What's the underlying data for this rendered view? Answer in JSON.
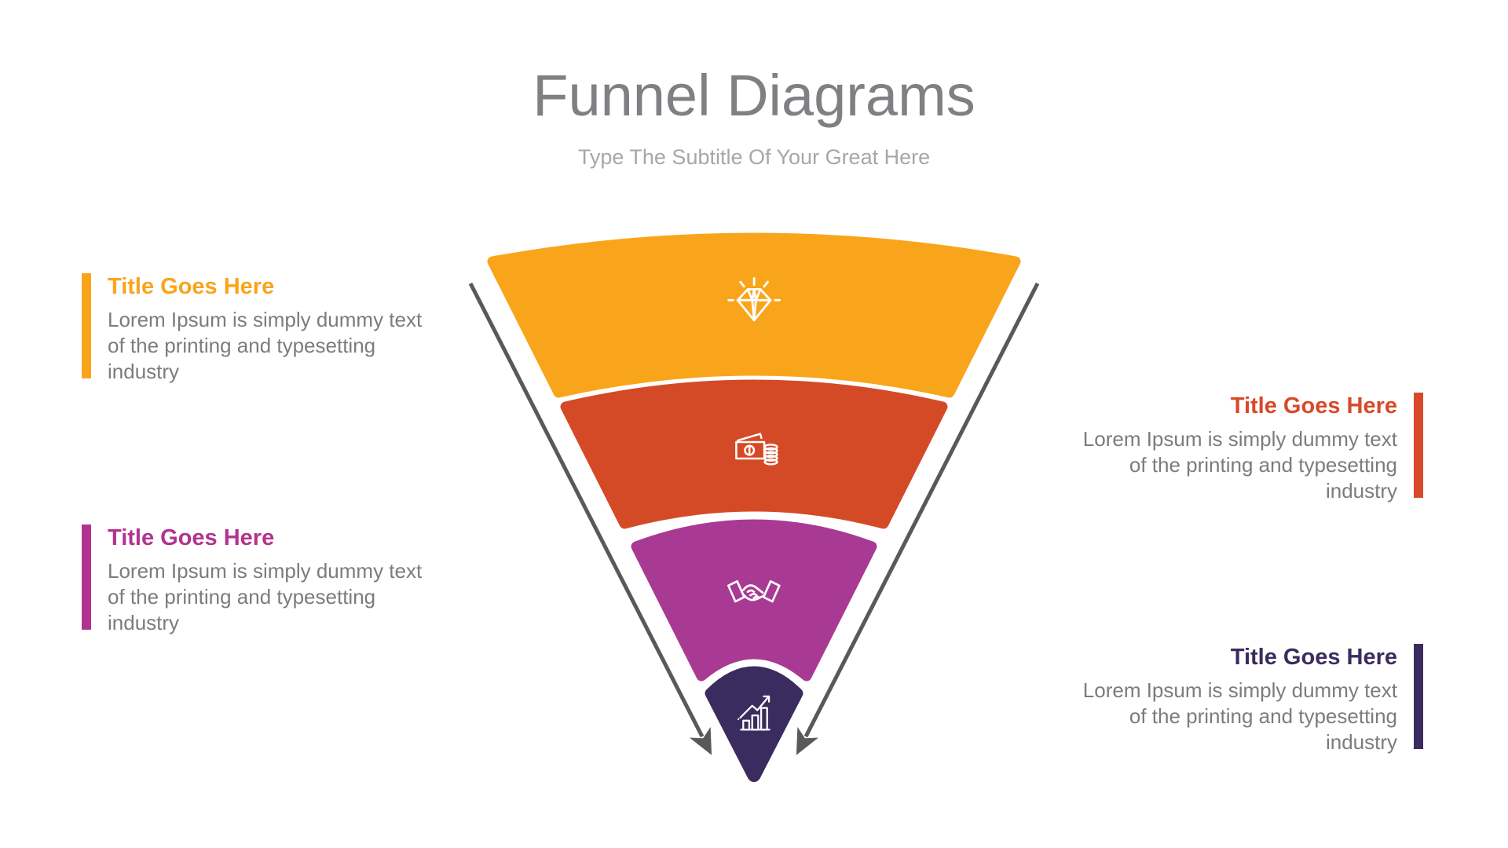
{
  "slide": {
    "title": "Funnel Diagrams",
    "subtitle": "Type The Subtitle Of Your Great Here",
    "title_color": "#7E8083",
    "subtitle_color": "#A5A7AA"
  },
  "funnel": {
    "arrow_color": "#58595B",
    "segments": [
      {
        "color": "#F9A51B",
        "icon": "diamond-icon"
      },
      {
        "color": "#D54A26",
        "icon": "money-icon"
      },
      {
        "color": "#A93A94",
        "icon": "handshake-icon"
      },
      {
        "color": "#3B2C5F",
        "icon": "growth-chart-icon"
      }
    ]
  },
  "body_text_color": "#7A7C7F",
  "callouts": {
    "left": [
      {
        "title": "Title Goes Here",
        "accent": "#F9A51B",
        "lines": [
          "Lorem Ipsum is simply dummy text",
          "of the printing and typesetting",
          "industry"
        ]
      },
      {
        "title": "Title Goes Here",
        "accent": "#B2338F",
        "lines": [
          "Lorem Ipsum is simply dummy text",
          "of the printing and typesetting",
          "industry"
        ]
      }
    ],
    "right": [
      {
        "title": "Title Goes Here",
        "accent": "#D8492A",
        "lines": [
          "Lorem Ipsum is simply dummy text",
          "of the printing and typesetting",
          "industry"
        ]
      },
      {
        "title": "Title Goes Here",
        "accent": "#3B2C5F",
        "lines": [
          "Lorem Ipsum is simply dummy text",
          "of the printing and typesetting",
          "industry"
        ]
      }
    ]
  }
}
